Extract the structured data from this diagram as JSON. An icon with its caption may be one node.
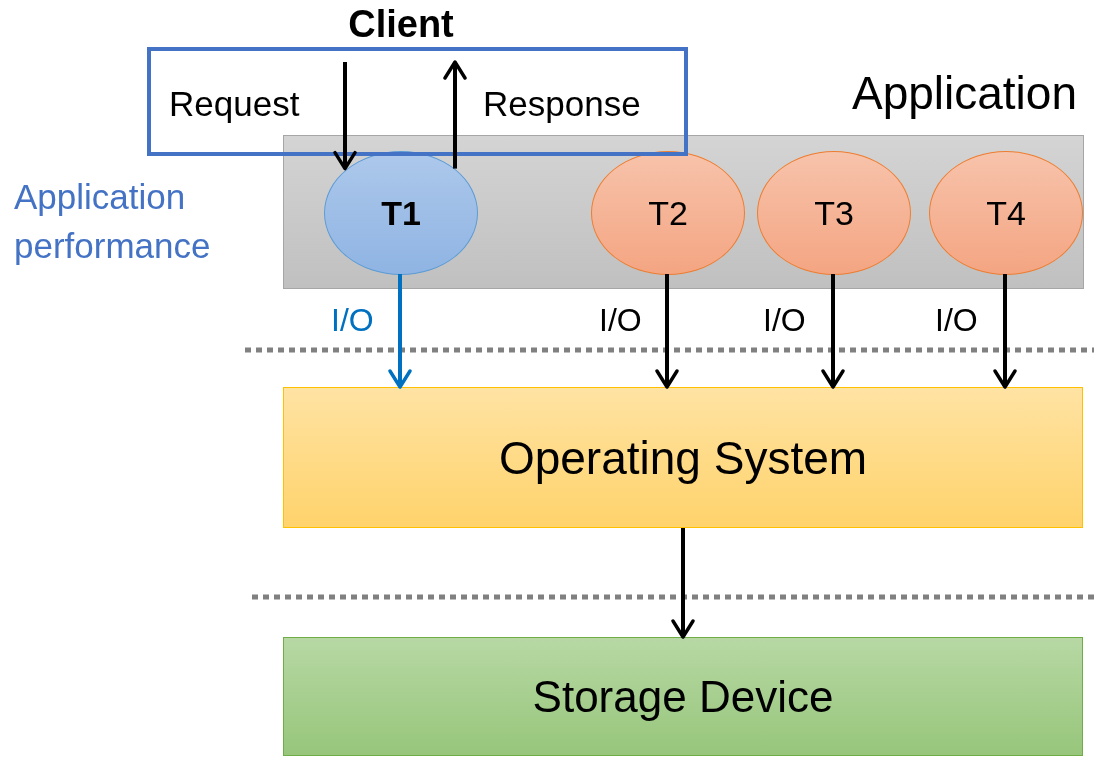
{
  "diagram": {
    "nodes": [
      {
        "text": [
          "Client"
        ]
      },
      {
        "text": [
          "Application"
        ]
      },
      {
        "text": [
          "T1"
        ],
        "in": 1
      },
      {
        "text": [
          "T2"
        ],
        "in": 1
      },
      {
        "text": [
          "T3"
        ],
        "in": 1
      },
      {
        "text": [
          "T4"
        ],
        "in": 1
      },
      {
        "text": [
          "Operating System"
        ]
      },
      {
        "text": [
          "Storage Device"
        ]
      }
    ],
    "edges": [
      {
        "from": 0,
        "to": 2,
        "arrow": "to",
        "label": "Request"
      },
      {
        "from": 2,
        "to": 0,
        "arrow": "to",
        "label": "Response"
      },
      {
        "from": 2,
        "to": 6,
        "arrow": "to",
        "label": "I/O",
        "color": "#0070c0"
      },
      {
        "from": 3,
        "to": 6,
        "arrow": "to",
        "label": "I/O"
      },
      {
        "from": 4,
        "to": 6,
        "arrow": "to",
        "label": "I/O"
      },
      {
        "from": 5,
        "to": 6,
        "arrow": "to",
        "label": "I/O"
      },
      {
        "from": 6,
        "to": 7,
        "arrow": "to"
      }
    ],
    "labels": [
      "Application performance"
    ]
  }
}
